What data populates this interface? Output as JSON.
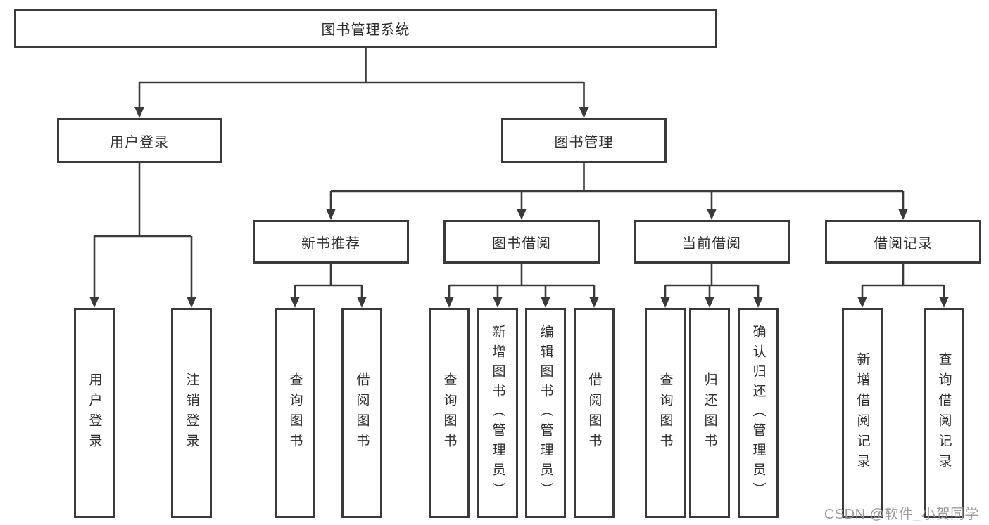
{
  "diagram": {
    "root": {
      "label": "图书管理系统"
    },
    "branches": [
      {
        "label": "用户登录",
        "children": [
          {
            "label": "用户登录"
          },
          {
            "label": "注销登录"
          }
        ]
      },
      {
        "label": "图书管理",
        "children": [
          {
            "label": "新书推荐",
            "children": [
              {
                "label": "查询图书"
              },
              {
                "label": "借阅图书"
              }
            ]
          },
          {
            "label": "图书借阅",
            "children": [
              {
                "label": "查询图书"
              },
              {
                "label": "新增图书（管理员）"
              },
              {
                "label": "编辑图书（管理员）"
              },
              {
                "label": "借阅图书"
              }
            ]
          },
          {
            "label": "当前借阅",
            "children": [
              {
                "label": "查询图书"
              },
              {
                "label": "归还图书"
              },
              {
                "label": "确认归还（管理员）"
              }
            ]
          },
          {
            "label": "借阅记录",
            "children": [
              {
                "label": "新增借阅记录"
              },
              {
                "label": "查询借阅记录"
              }
            ]
          }
        ]
      }
    ]
  },
  "watermark": "CSDN @软件_小贺同学",
  "colors": {
    "line": "#3a3a3a",
    "box_border": "#3a3a3a",
    "text": "#2e2e2e",
    "watermark": "#989898",
    "background": "#ffffff"
  }
}
